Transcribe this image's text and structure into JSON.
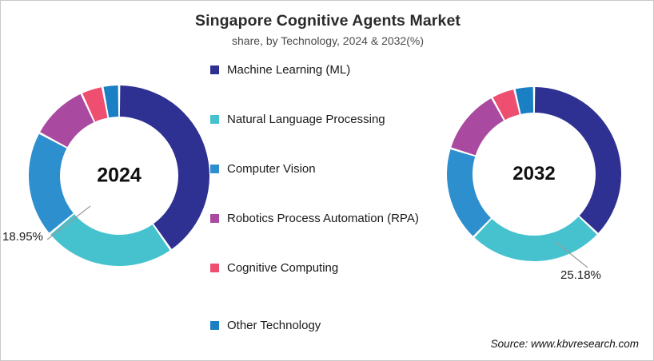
{
  "header": {
    "title": "Singapore Cognitive Agents Market",
    "subtitle": "share, by Technology, 2024 & 2032(%)"
  },
  "legend": {
    "items": [
      {
        "label": "Machine Learning (ML)",
        "color": "#2E3192"
      },
      {
        "label": "Natural Language Processing",
        "color": "#45C2CE"
      },
      {
        "label": "Computer Vision",
        "color": "#2E8FCE"
      },
      {
        "label": "Robotics Process Automation (RPA)",
        "color": "#A9499F"
      },
      {
        "label": "Cognitive Computing",
        "color": "#EE4E70"
      },
      {
        "label": "Other Technology",
        "color": "#1B7FC3"
      }
    ]
  },
  "donuts": [
    {
      "year_label": "2024",
      "callout": "18.95%",
      "callout_category": "Computer Vision"
    },
    {
      "year_label": "2032",
      "callout": "25.18%",
      "callout_category": "Natural Language Processing"
    }
  ],
  "source": {
    "text": "Source: www.kbvresearch.com"
  },
  "chart_data": {
    "type": "pie",
    "title": "Singapore Cognitive Agents Market",
    "subtitle": "share, by Technology, 2024 & 2032(%)",
    "xlabel": "",
    "ylabel": "",
    "legend_position": "center",
    "categories": [
      "Machine Learning (ML)",
      "Natural Language Processing",
      "Computer Vision",
      "Robotics Process Automation (RPA)",
      "Cognitive Computing",
      "Other Technology"
    ],
    "colors": [
      "#2E3192",
      "#45C2CE",
      "#2E8FCE",
      "#A9499F",
      "#EE4E70",
      "#1B7FC3"
    ],
    "series": [
      {
        "name": "2024",
        "donut": true,
        "values": [
          40.3,
          23.6,
          18.95,
          10.3,
          3.9,
          2.95
        ],
        "data_labels": {
          "Computer Vision": "18.95%"
        }
      },
      {
        "name": "2032",
        "donut": true,
        "values": [
          37.0,
          25.18,
          17.6,
          12.2,
          4.4,
          3.62
        ],
        "data_labels": {
          "Natural Language Processing": "25.18%"
        }
      }
    ],
    "annotations": [
      "18.95%",
      "25.18%",
      "Source: www.kbvresearch.com"
    ]
  }
}
